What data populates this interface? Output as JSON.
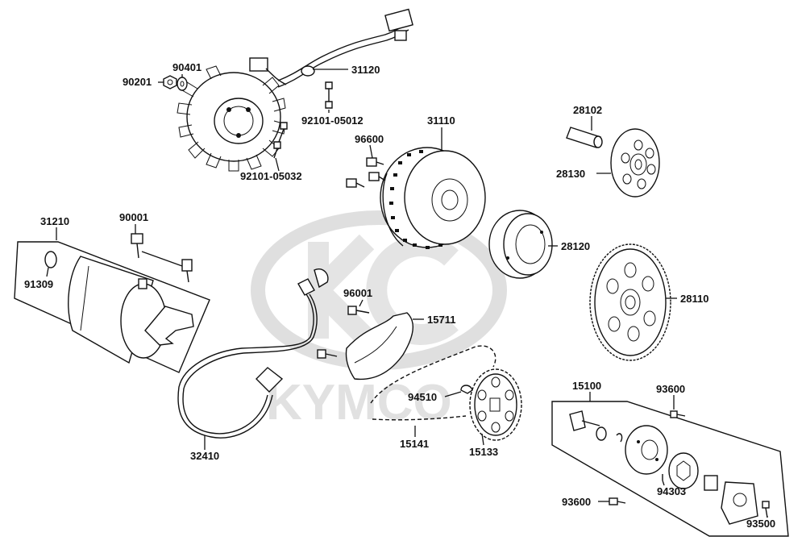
{
  "watermark": {
    "brand": "KYMCO",
    "color": "#d9d9d9"
  },
  "colors": {
    "line": "#111111",
    "fill": "#ffffff",
    "shade": "#bdbdbd"
  },
  "parts": [
    {
      "id": "p31120",
      "label": "31120"
    },
    {
      "id": "p90401",
      "label": "90401"
    },
    {
      "id": "p90201",
      "label": "90201"
    },
    {
      "id": "p92101_05012",
      "label": "92101-05012"
    },
    {
      "id": "p92101_05032",
      "label": "92101-05032"
    },
    {
      "id": "p31110",
      "label": "31110"
    },
    {
      "id": "p96600",
      "label": "96600"
    },
    {
      "id": "p28102",
      "label": "28102"
    },
    {
      "id": "p28130",
      "label": "28130"
    },
    {
      "id": "p31210",
      "label": "31210"
    },
    {
      "id": "p90001",
      "label": "90001"
    },
    {
      "id": "p91309",
      "label": "91309"
    },
    {
      "id": "p28120",
      "label": "28120"
    },
    {
      "id": "p28110",
      "label": "28110"
    },
    {
      "id": "p96001",
      "label": "96001"
    },
    {
      "id": "p15711",
      "label": "15711"
    },
    {
      "id": "p15100",
      "label": "15100"
    },
    {
      "id": "p93600a",
      "label": "93600"
    },
    {
      "id": "p94510",
      "label": "94510"
    },
    {
      "id": "p15141",
      "label": "15141"
    },
    {
      "id": "p15133",
      "label": "15133"
    },
    {
      "id": "p32410",
      "label": "32410"
    },
    {
      "id": "p94303",
      "label": "94303"
    },
    {
      "id": "p93600b",
      "label": "93600"
    },
    {
      "id": "p93500",
      "label": "93500"
    }
  ]
}
